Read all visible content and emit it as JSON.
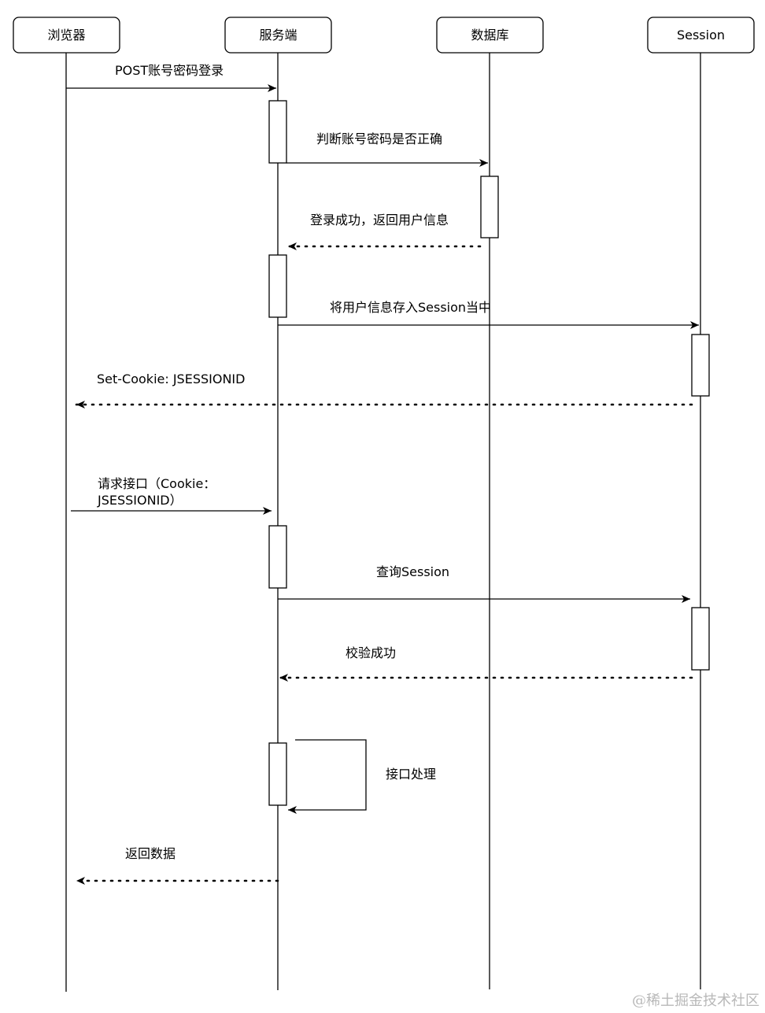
{
  "actors": [
    {
      "id": "browser",
      "label": "浏览器"
    },
    {
      "id": "server",
      "label": "服务端"
    },
    {
      "id": "database",
      "label": "数据库"
    },
    {
      "id": "session",
      "label": "Session"
    }
  ],
  "messages": [
    {
      "id": "msg-login-post",
      "from": "browser",
      "to": "server",
      "style": "solid",
      "label": [
        "POST账号密码登录"
      ]
    },
    {
      "id": "msg-verify-credentials",
      "from": "server",
      "to": "database",
      "style": "solid",
      "label": [
        "判断账号密码是否正确"
      ]
    },
    {
      "id": "msg-login-success",
      "from": "database",
      "to": "server",
      "style": "dashed",
      "label": [
        "登录成功，返回用户信息"
      ]
    },
    {
      "id": "msg-store-session",
      "from": "server",
      "to": "session",
      "style": "solid",
      "label": [
        "将用户信息存入Session当中"
      ]
    },
    {
      "id": "msg-set-cookie",
      "from": "session",
      "to": "browser",
      "style": "dashed",
      "label": [
        "Set-Cookie: JSESSIONID"
      ]
    },
    {
      "id": "msg-request-api",
      "from": "browser",
      "to": "server",
      "style": "solid",
      "label": [
        "请求接口（Cookie：",
        "JSESSIONID）"
      ]
    },
    {
      "id": "msg-query-session",
      "from": "server",
      "to": "session",
      "style": "solid",
      "label": [
        "查询Session"
      ]
    },
    {
      "id": "msg-verify-success",
      "from": "session",
      "to": "server",
      "style": "dashed",
      "label": [
        "校验成功"
      ]
    },
    {
      "id": "msg-api-processing",
      "from": "server",
      "to": "server",
      "style": "self",
      "label": [
        "接口处理"
      ]
    },
    {
      "id": "msg-return-data",
      "from": "server",
      "to": "browser",
      "style": "dashed",
      "label": [
        "返回数据"
      ]
    }
  ],
  "watermark": "@稀土掘金技术社区"
}
